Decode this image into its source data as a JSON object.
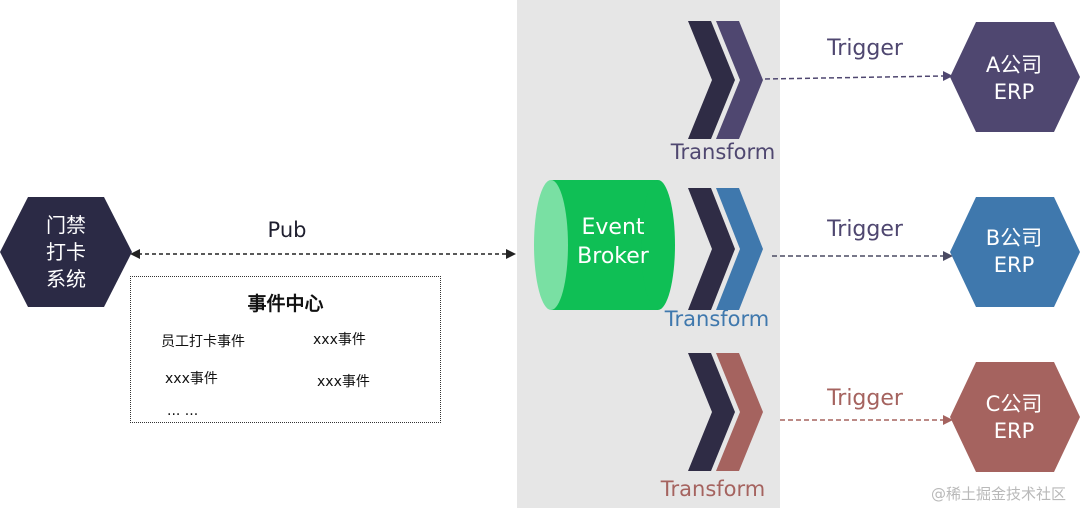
{
  "source_node": {
    "lines": [
      "门禁",
      "打卡",
      "系统"
    ],
    "color": "#2b2a45"
  },
  "pub_label": "Pub",
  "event_center": {
    "title": "事件中心",
    "items": [
      "员工打卡事件",
      "xxx事件",
      "xxx事件",
      "xxx事件",
      "... ..."
    ]
  },
  "broker": {
    "lines": [
      "Event",
      "Broker"
    ],
    "color": "#0fbf55"
  },
  "panel_color": "#e6e6e6",
  "branches": [
    {
      "transform_label": "Transform",
      "trigger_label": "Trigger",
      "target_lines": [
        "A公司",
        "ERP"
      ],
      "color": "#4f4770",
      "dark_chevron_color": "#2f2c45"
    },
    {
      "transform_label": "Transform",
      "trigger_label": "Trigger",
      "target_lines": [
        "B公司",
        "ERP"
      ],
      "color": "#3f78ad",
      "dark_chevron_color": "#2f2c45"
    },
    {
      "transform_label": "Transform",
      "trigger_label": "Trigger",
      "target_lines": [
        "C公司",
        "ERP"
      ],
      "color": "#a5635f",
      "dark_chevron_color": "#2f2c45"
    }
  ],
  "watermark": "@稀土掘金技术社区"
}
